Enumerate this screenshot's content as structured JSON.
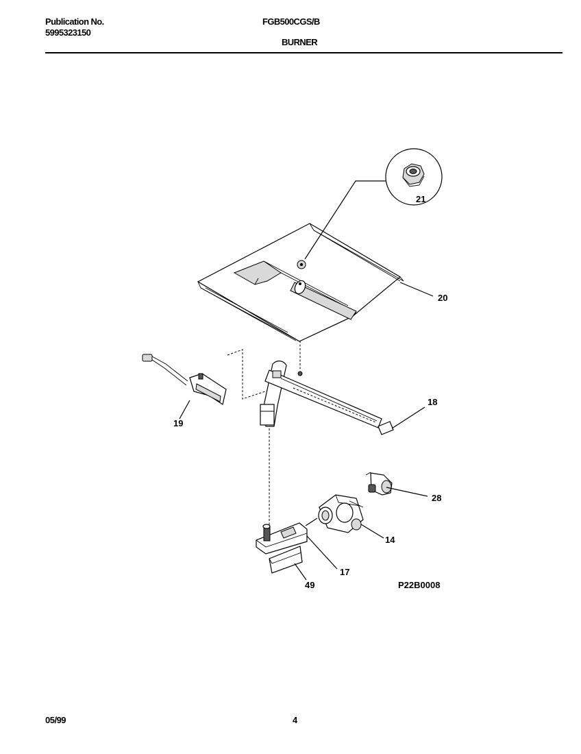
{
  "header": {
    "publication_label": "Publication No.",
    "publication_number": "5995323150",
    "model": "FGB500CGS/B",
    "section": "BURNER"
  },
  "footer": {
    "date": "05/99",
    "page": "4"
  },
  "diagram": {
    "drawing_id": "P22B0008",
    "part_labels": {
      "nut": "21",
      "baffle": "20",
      "burner_tube": "18",
      "igniter": "19",
      "fitting": "28",
      "regulator": "14",
      "bracket": "17",
      "clip": "49"
    }
  }
}
